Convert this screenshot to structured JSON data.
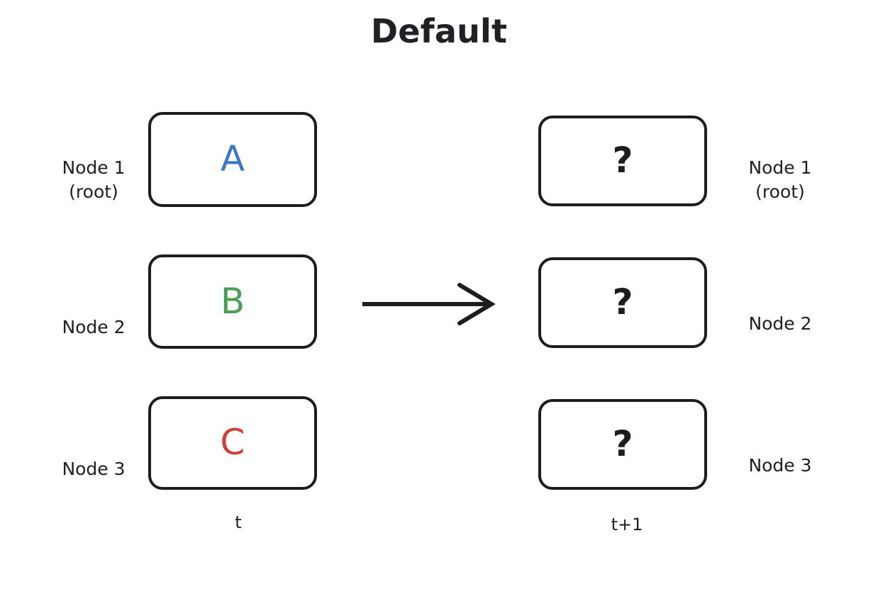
{
  "title": "Default",
  "columns": {
    "left": {
      "time_label": "t",
      "nodes": [
        {
          "label_line1": "Node 1",
          "label_line2": "(root)",
          "value": "A",
          "color": "#3b78c3"
        },
        {
          "label_line1": "Node 2",
          "label_line2": "",
          "value": "B",
          "color": "#4a9d55"
        },
        {
          "label_line1": "Node 3",
          "label_line2": "",
          "value": "C",
          "color": "#cf3f38"
        }
      ]
    },
    "right": {
      "time_label": "t+1",
      "nodes": [
        {
          "label_line1": "Node 1",
          "label_line2": "(root)",
          "value": "?",
          "color": "#1d1d1d"
        },
        {
          "label_line1": "Node 2",
          "label_line2": "",
          "value": "?",
          "color": "#1d1d1d"
        },
        {
          "label_line1": "Node 3",
          "label_line2": "",
          "value": "?",
          "color": "#1d1d1d"
        }
      ]
    }
  },
  "arrow": {
    "icon": "arrow-right-icon",
    "color": "#1d1d1d"
  },
  "colors": {
    "stroke": "#1d1d1d",
    "background": "#ffffff",
    "text": "#1f1f1f",
    "blue": "#3b78c3",
    "green": "#4a9d55",
    "red": "#cf3f38"
  }
}
